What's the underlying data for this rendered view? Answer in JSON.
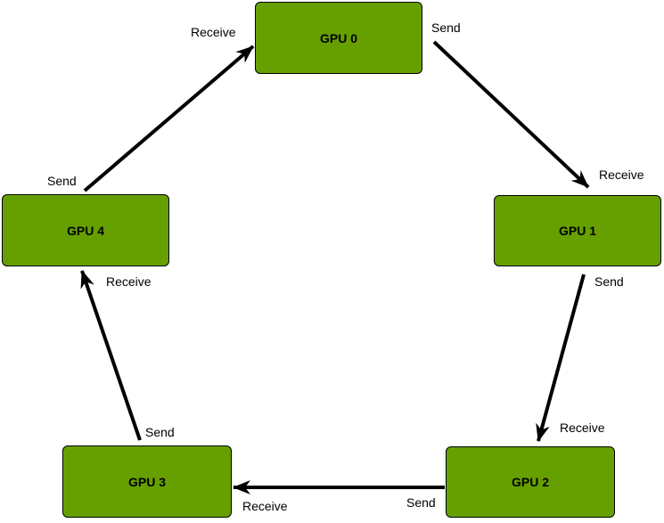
{
  "colors": {
    "node_fill": "#66a000",
    "node_border": "#000000",
    "arrow": "#000000",
    "text": "#000000",
    "background": "#ffffff"
  },
  "nodes": [
    {
      "id": "gpu0",
      "label": "GPU 0"
    },
    {
      "id": "gpu1",
      "label": "GPU 1"
    },
    {
      "id": "gpu2",
      "label": "GPU 2"
    },
    {
      "id": "gpu3",
      "label": "GPU 3"
    },
    {
      "id": "gpu4",
      "label": "GPU 4"
    }
  ],
  "edges": [
    {
      "from": "gpu0",
      "to": "gpu1",
      "send_label": "Send",
      "receive_label": "Receive"
    },
    {
      "from": "gpu1",
      "to": "gpu2",
      "send_label": "Send",
      "receive_label": "Receive"
    },
    {
      "from": "gpu2",
      "to": "gpu3",
      "send_label": "Send",
      "receive_label": "Receive"
    },
    {
      "from": "gpu3",
      "to": "gpu4",
      "send_label": "Send",
      "receive_label": "Receive"
    },
    {
      "from": "gpu4",
      "to": "gpu0",
      "send_label": "Send",
      "receive_label": "Receive"
    }
  ]
}
